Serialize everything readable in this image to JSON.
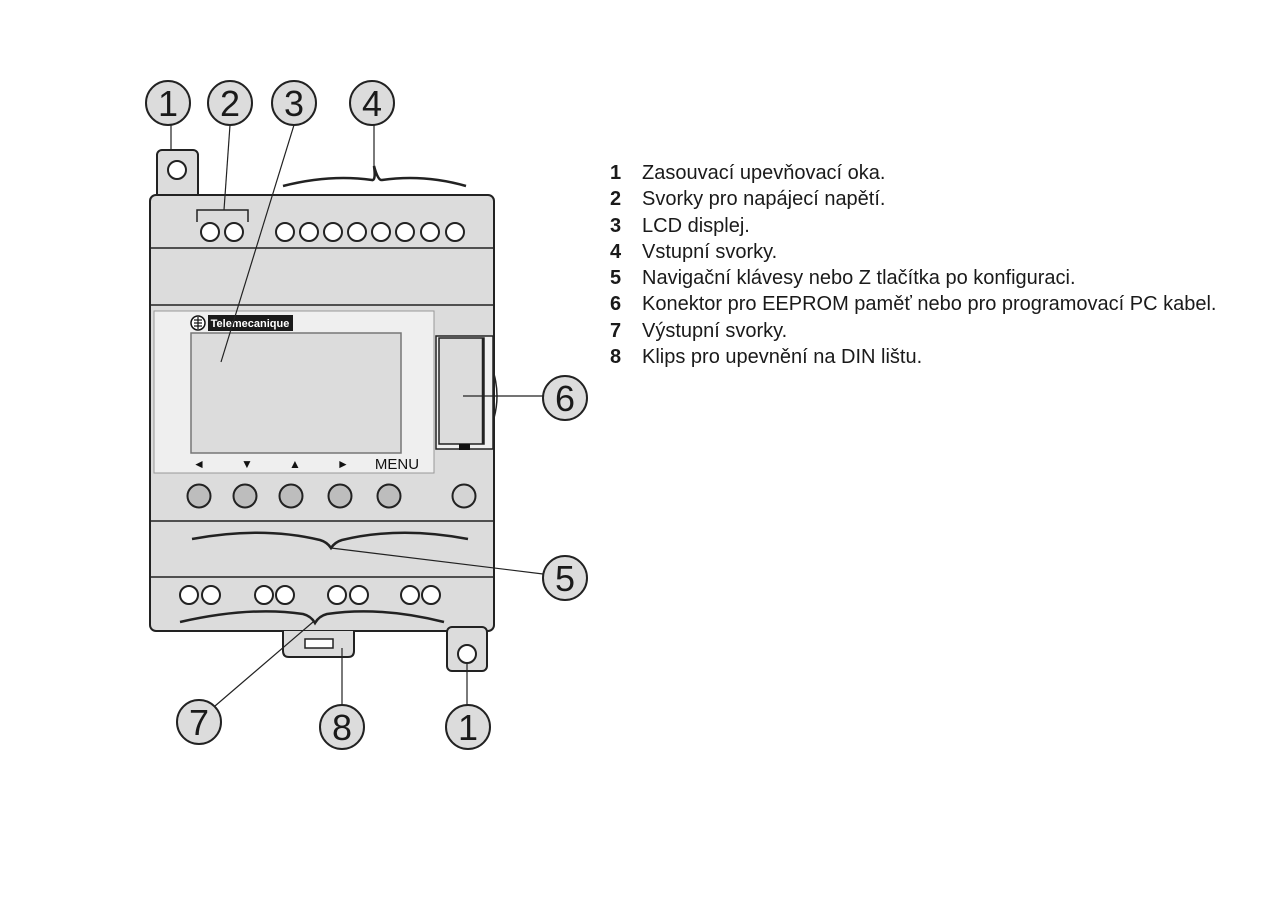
{
  "device": {
    "brand": "Telemecanique",
    "menu_label": "MENU",
    "arrow_keys": [
      "◄",
      "▼",
      "▲",
      "►"
    ]
  },
  "callouts": [
    {
      "number": "1"
    },
    {
      "number": "2"
    },
    {
      "number": "3"
    },
    {
      "number": "4"
    },
    {
      "number": "5"
    },
    {
      "number": "6"
    },
    {
      "number": "7"
    },
    {
      "number": "8"
    },
    {
      "number": "1"
    }
  ],
  "legend": [
    {
      "number": "1",
      "text": "Zasouvací upevňovací oka."
    },
    {
      "number": "2",
      "text": "Svorky pro napájecí napětí."
    },
    {
      "number": "3",
      "text": "LCD displej."
    },
    {
      "number": "4",
      "text": "Vstupní svorky."
    },
    {
      "number": "5",
      "text": "Navigační klávesy nebo Z tlačítka po konfiguraci."
    },
    {
      "number": "6",
      "text": "Konektor pro EEPROM paměť nebo pro programovací PC kabel."
    },
    {
      "number": "7",
      "text": "Výstupní svorky."
    },
    {
      "number": "8",
      "text": "Klips pro upevnění na DIN lištu."
    }
  ]
}
